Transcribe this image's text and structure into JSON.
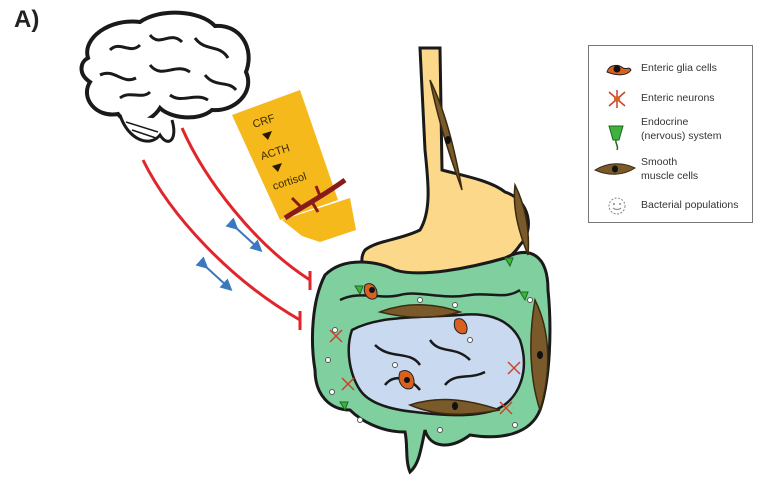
{
  "panel_label": "A)",
  "hpa_axis": {
    "steps": [
      "CRF",
      "ACTH",
      "cortisol"
    ]
  },
  "legend": {
    "items": [
      {
        "label": "Enteric glia cells",
        "icon": "enteric-glia-icon"
      },
      {
        "label": "Enteric neurons",
        "icon": "enteric-neuron-icon"
      },
      {
        "label": "Endocrine (nervous) system",
        "line1": "Endocrine",
        "line2": "(nervous) system",
        "icon": "endocrine-cell-icon"
      },
      {
        "label": "Smooth muscle cells",
        "line1": "Smooth",
        "line2": "muscle cells",
        "icon": "smooth-muscle-icon"
      },
      {
        "label": "Bacterial populations",
        "icon": "bacteria-icon"
      }
    ]
  },
  "colors": {
    "nerve": "#e0262b",
    "hpa_arrow": "#f6b91c",
    "stomach": "#fcd98a",
    "intestine_wall": "#7fcf9f",
    "lumen": "#c9daf0",
    "muscle": "#7a5a2a",
    "glia": "#d9601e",
    "double_arrow": "#3a78c0"
  }
}
